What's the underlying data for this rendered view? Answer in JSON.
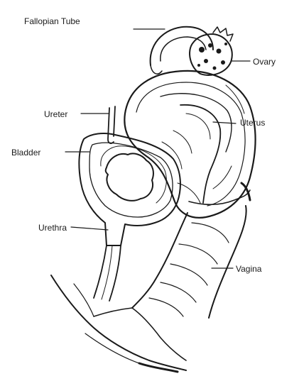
{
  "diagram": {
    "labels": {
      "fallopian_tube": "Fallopian Tube",
      "ovary": "Ovary",
      "ureter": "Ureter",
      "uterus": "Uterus",
      "bladder": "Bladder",
      "urethra": "Urethra",
      "vagina": "Vagina"
    },
    "colors": {
      "ink": "#1a1a1a",
      "paper": "#ffffff"
    }
  }
}
